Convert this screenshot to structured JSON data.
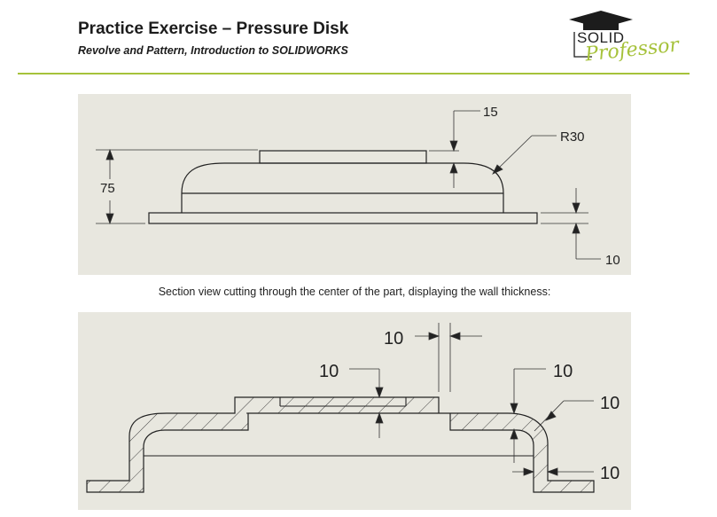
{
  "header": {
    "title": "Practice Exercise – Pressure Disk",
    "subtitle": "Revolve and Pattern, Introduction to SOLIDWORKS"
  },
  "logo": {
    "line1": "SOLID",
    "line2": "Professor"
  },
  "top_view": {
    "dims": {
      "step": "15",
      "radius": "R30",
      "height": "75",
      "base": "10"
    }
  },
  "caption": "Section view cutting through the center of the part, displaying the wall thickness:",
  "section_view": {
    "dims": {
      "top_width": "10",
      "step_left": "10",
      "fillet_top": "10",
      "fillet_side": "10",
      "wall_bottom": "10"
    }
  },
  "colors": {
    "accent": "#a6c23b",
    "panel": "#e8e7df"
  }
}
